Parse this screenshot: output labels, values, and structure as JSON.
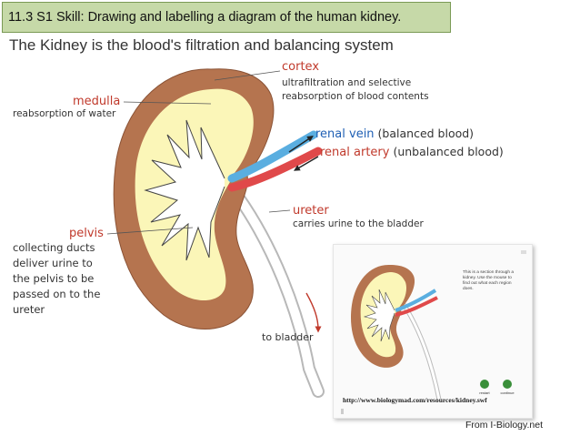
{
  "slide": {
    "title": "11.3 S1 Skill: Drawing and labelling a diagram of the human kidney.",
    "subtitle": "The Kidney is the blood's filtration and balancing system",
    "credit": "From I-Biology.net"
  },
  "labels": {
    "cortex": {
      "name": "cortex",
      "desc1": "ultrafiltration and selective",
      "desc2": "reabsorption of blood contents"
    },
    "medulla": {
      "name": "medulla",
      "desc": "reabsorption of water"
    },
    "renal_vein": {
      "name": "renal vein",
      "desc": "(balanced blood)"
    },
    "renal_artery": {
      "name": "renal artery",
      "desc": "(unbalanced blood)"
    },
    "ureter": {
      "name": "ureter",
      "desc": "carries urine to the bladder"
    },
    "pelvis": {
      "name": "pelvis",
      "desc": [
        "collecting ducts",
        "deliver urine to",
        "the pelvis to be",
        "passed on to the",
        "ureter"
      ]
    },
    "to_bladder": "to bladder"
  },
  "inset": {
    "url": "http://www.biologymad.com/resources/kidney.swf",
    "note": "This is a section through a kidney. Use the mouse to find out what each region does.",
    "btn_restart": "restart",
    "btn_continue": "continue"
  },
  "colors": {
    "cortex": "#b5744f",
    "medulla": "#fbf6b8",
    "vein": "#5aaee0",
    "artery": "#e0494a",
    "label_red": "#c0392b",
    "label_blue": "#1f5fb4"
  }
}
